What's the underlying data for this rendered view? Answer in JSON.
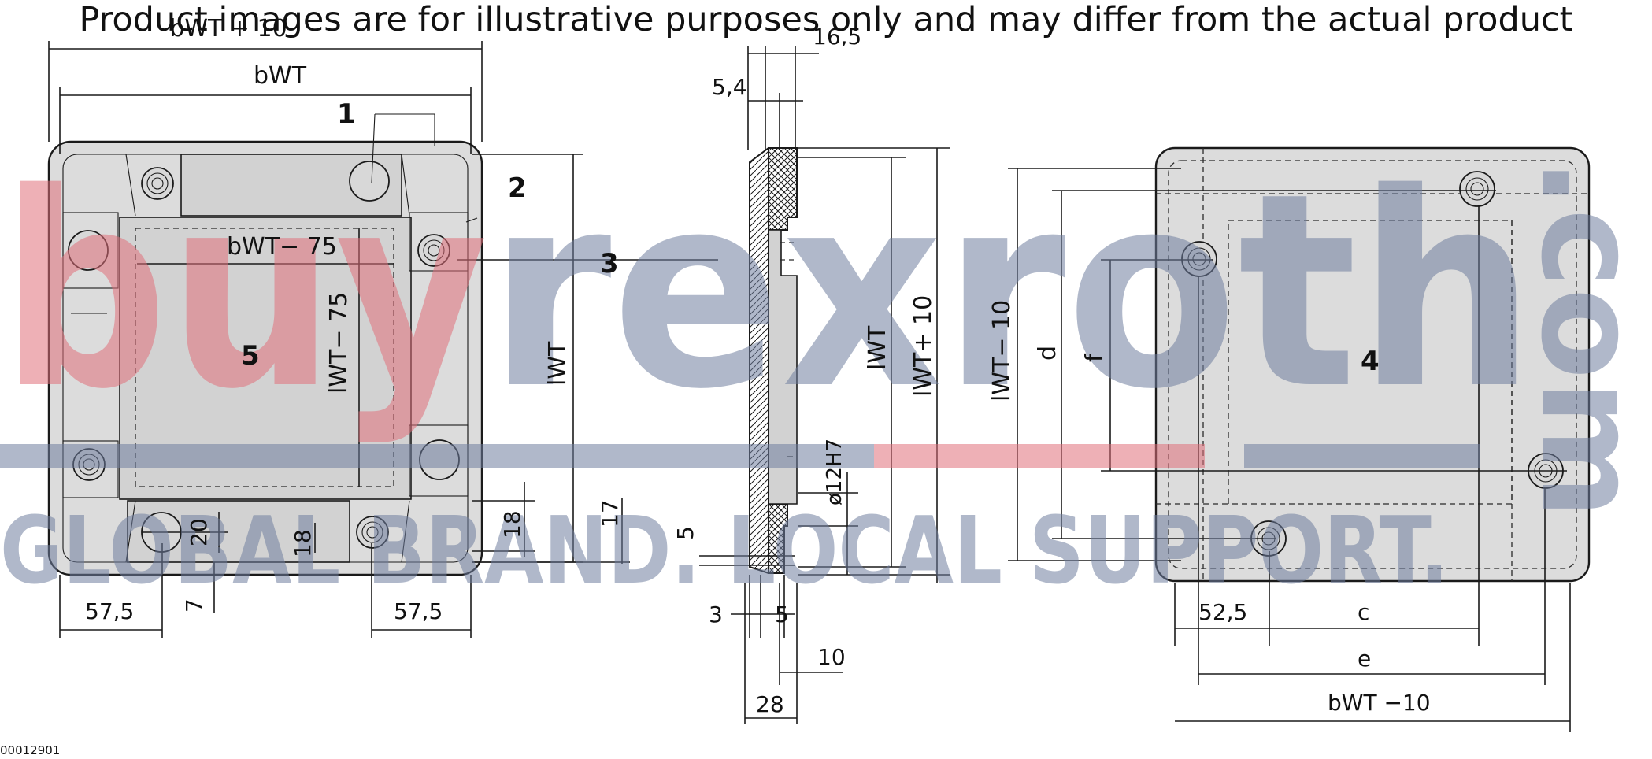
{
  "drawing": {
    "callouts": [
      "1",
      "2",
      "3",
      "4",
      "5"
    ],
    "left_view": {
      "width_outer": "bWT + 10",
      "width": "bWT",
      "inner_width": "bWT− 75",
      "inner_length": "lWT− 75",
      "length": "lWT",
      "dim_57_5_left": "57,5",
      "dim_57_5_right": "57,5",
      "dim_20": "20",
      "dim_18_a": "18",
      "dim_18_b": "18",
      "dim_7": "7",
      "dim_17": "17"
    },
    "side_view": {
      "dim_16_5": "16,5",
      "dim_5_4": "5,4",
      "length": "lWT",
      "length_outer": "lWT+ 10",
      "bore": "ø12H7",
      "dim_5_a": "5",
      "dim_3": "3",
      "dim_5_b": "5",
      "dim_10": "10",
      "dim_28": "28"
    },
    "right_view": {
      "length_inner": "lWT− 10",
      "d": "d",
      "f": "f",
      "dim_52_5": "52,5",
      "c": "c",
      "e": "e",
      "width_inner": "bWT −10"
    }
  },
  "watermark": {
    "brand_part1": "buy",
    "brand_part2": "rexroth",
    "brand_tld": ".com",
    "tagline": "GLOBAL BRAND. LOCAL SUPPORT.",
    "color_red": "#e0707a",
    "color_blue": "#6f7f9e"
  },
  "disclaimer": "Product images are for illustrative purposes only and may differ from the actual product",
  "drawing_id": "00012901"
}
